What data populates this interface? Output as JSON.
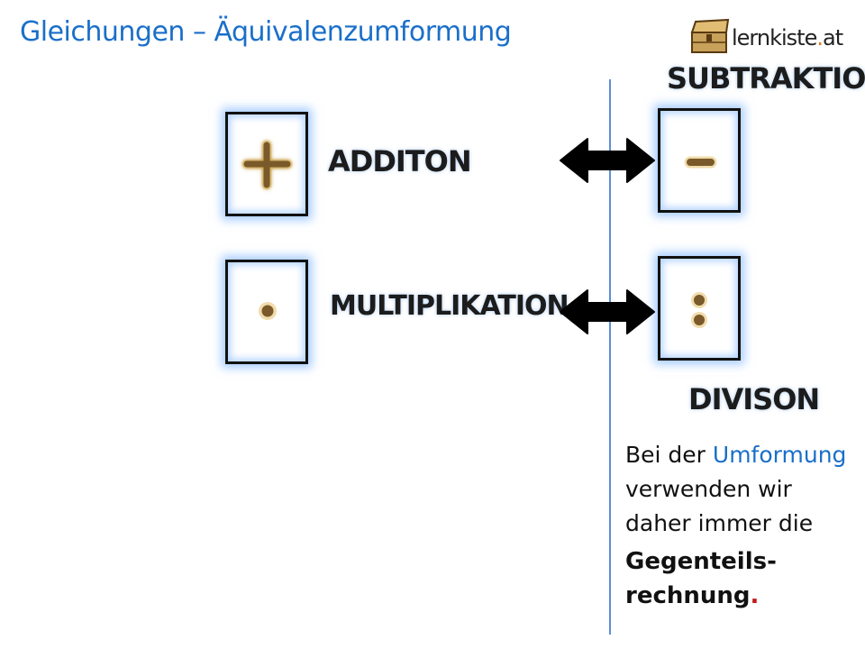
{
  "title": "Gleichungen – Äquivalenzumformung",
  "logo": {
    "text": "lernkiste",
    "dot": ".",
    "suffix": "at"
  },
  "operations": {
    "addition": {
      "label": "ADDITON",
      "icon": "plus-icon"
    },
    "subtraction": {
      "label": "SUBTRAKTION",
      "icon": "minus-icon"
    },
    "multiplication": {
      "label": "MULTIPLIKATION",
      "icon": "dot-icon"
    },
    "division": {
      "label": "DIVISON",
      "icon": "colon-icon"
    }
  },
  "note": {
    "part1": "Bei der ",
    "highlight": "Umformung",
    "part2": "verwenden wir",
    "part3": "daher immer die",
    "bold1": "Gegenteils-",
    "bold2": "rechnung",
    "end": "."
  },
  "colors": {
    "accent": "#1a6fc9",
    "glow": "#5aa0ff",
    "symbol": "#7a5a2a"
  }
}
